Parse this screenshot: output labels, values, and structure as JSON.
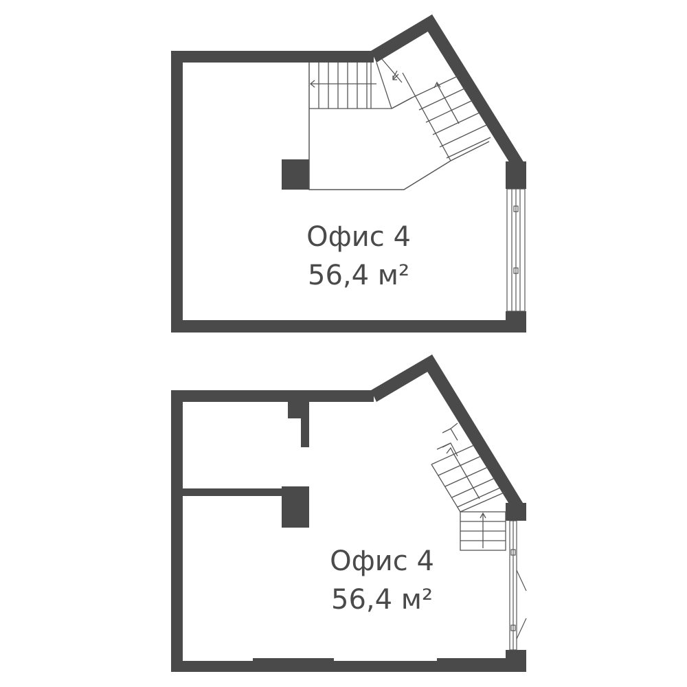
{
  "floors": [
    {
      "title": "Офис 4",
      "area": "56,4 м²"
    },
    {
      "title": "Офис 4",
      "area": "56,4 м²"
    }
  ],
  "colors": {
    "wall": "#4a4a4a",
    "line": "#555555",
    "background": "#ffffff"
  }
}
